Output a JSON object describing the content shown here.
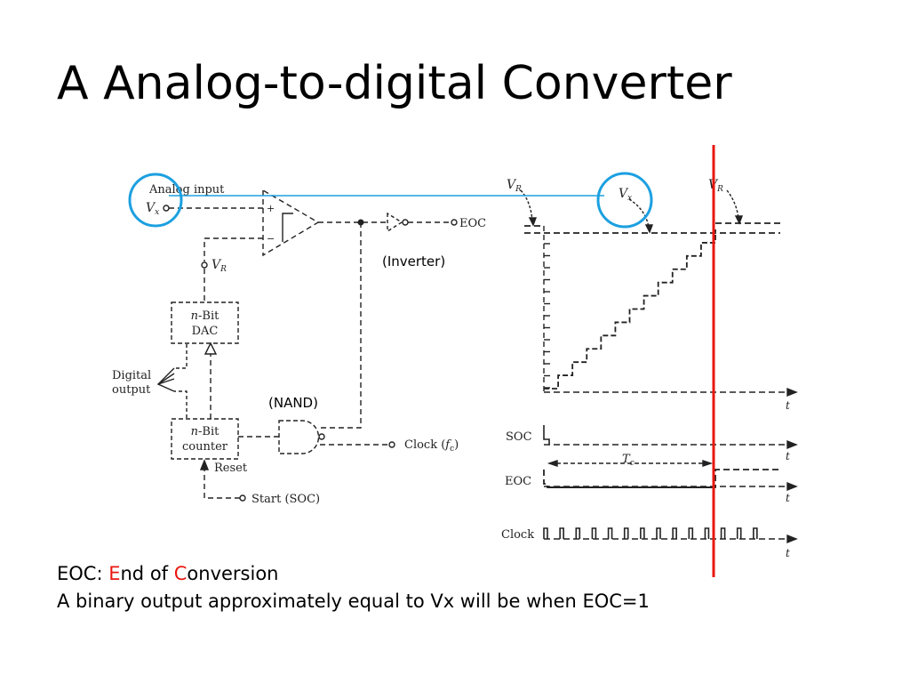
{
  "title": "A Analog-to-digital Converter",
  "colors": {
    "highlight_circle": "#1ca0e0",
    "connector_line": "#1ca0e0",
    "marker_line": "#e8170f",
    "ink": "#222222"
  },
  "circuit": {
    "analog_input_label": "Analog input",
    "vx_symbol": "V",
    "vx_sub": "x",
    "vr_symbol": "V",
    "vr_sub": "R",
    "comparator_plus": "+",
    "comparator_minus": "−",
    "eoc_label": "EOC",
    "inverter_caption": "(Inverter)",
    "nand_caption": "(NAND)",
    "dac_label_line1_italic": "n",
    "dac_label_line1_rest": "-Bit",
    "dac_label_line2": "DAC",
    "counter_label_line1_italic": "n",
    "counter_label_line1_rest": "-Bit",
    "counter_label_line2": "counter",
    "digital_output_line1": "Digital",
    "digital_output_line2": "output",
    "reset_label": "Reset",
    "clock_label_prefix": "Clock (",
    "clock_label_italic": "f",
    "clock_label_sub": "c",
    "clock_label_suffix": ")",
    "start_label": "Start (SOC)"
  },
  "timing": {
    "vr_symbol": "V",
    "vr_sub": "R",
    "vx_symbol": "V",
    "vx_sub": "x",
    "time_axis_label": "t",
    "tc_symbol": "T",
    "tc_sub": "c",
    "soc_label": "SOC",
    "eoc_label": "EOC",
    "clock_label": "Clock",
    "staircase_steps": 11,
    "clock_pulses": 14
  },
  "notes": {
    "line1_prefix": "EOC: ",
    "line1_e": "E",
    "line1_mid": "nd of ",
    "line1_c": "C",
    "line1_rest": "onversion",
    "line2": "A binary output approximately equal to Vx will be when EOC=1"
  }
}
